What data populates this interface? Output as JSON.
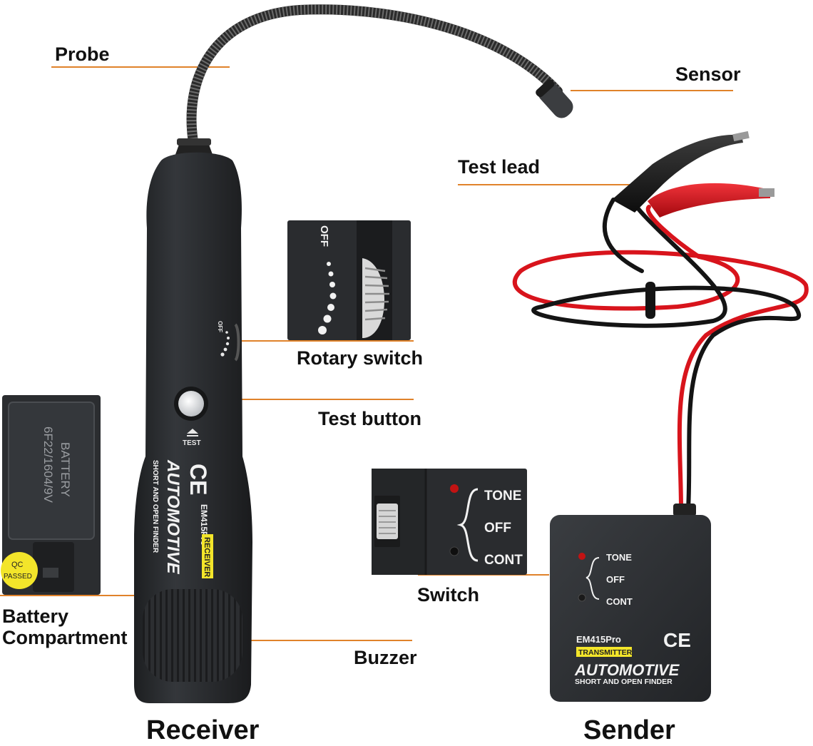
{
  "labels": {
    "probe": "Probe",
    "sensor": "Sensor",
    "test_lead": "Test lead",
    "rotary_switch": "Rotary switch",
    "test_button": "Test button",
    "switch": "Switch",
    "battery_line1": "Battery",
    "battery_line2": "Compartment",
    "buzzer": "Buzzer",
    "receiver": "Receiver",
    "sender": "Sender"
  },
  "receiver_device": {
    "off_mark": "OFF",
    "test_mark": "TEST",
    "ce": "CE",
    "brand_line1": "AUTOMOTIVE",
    "brand_line2": "SHORT AND OPEN FINDER",
    "model": "EM415Pro",
    "tag": "RECEIVER"
  },
  "rotary_inset": {
    "off_mark": "OFF"
  },
  "battery_inset": {
    "text_line1": "BATTERY",
    "text_line2": "6F22/1604/9V",
    "qc_line1": "QC",
    "qc_line2": "PASSED"
  },
  "switch_inset": {
    "tone": "TONE",
    "off": "OFF",
    "cont": "CONT"
  },
  "sender_device": {
    "tone": "TONE",
    "off": "OFF",
    "cont": "CONT",
    "model": "EM415Pro",
    "ce": "CE",
    "tag": "TRANSMITTER",
    "brand_line1": "AUTOMOTIVE",
    "brand_line2": "SHORT AND OPEN FINDER"
  },
  "colors": {
    "leader_line": "#e0822a",
    "device_body": "#2b2d30",
    "wire_red": "#d8141c",
    "wire_black": "#141414",
    "tag_yellow": "#f3e52a"
  }
}
